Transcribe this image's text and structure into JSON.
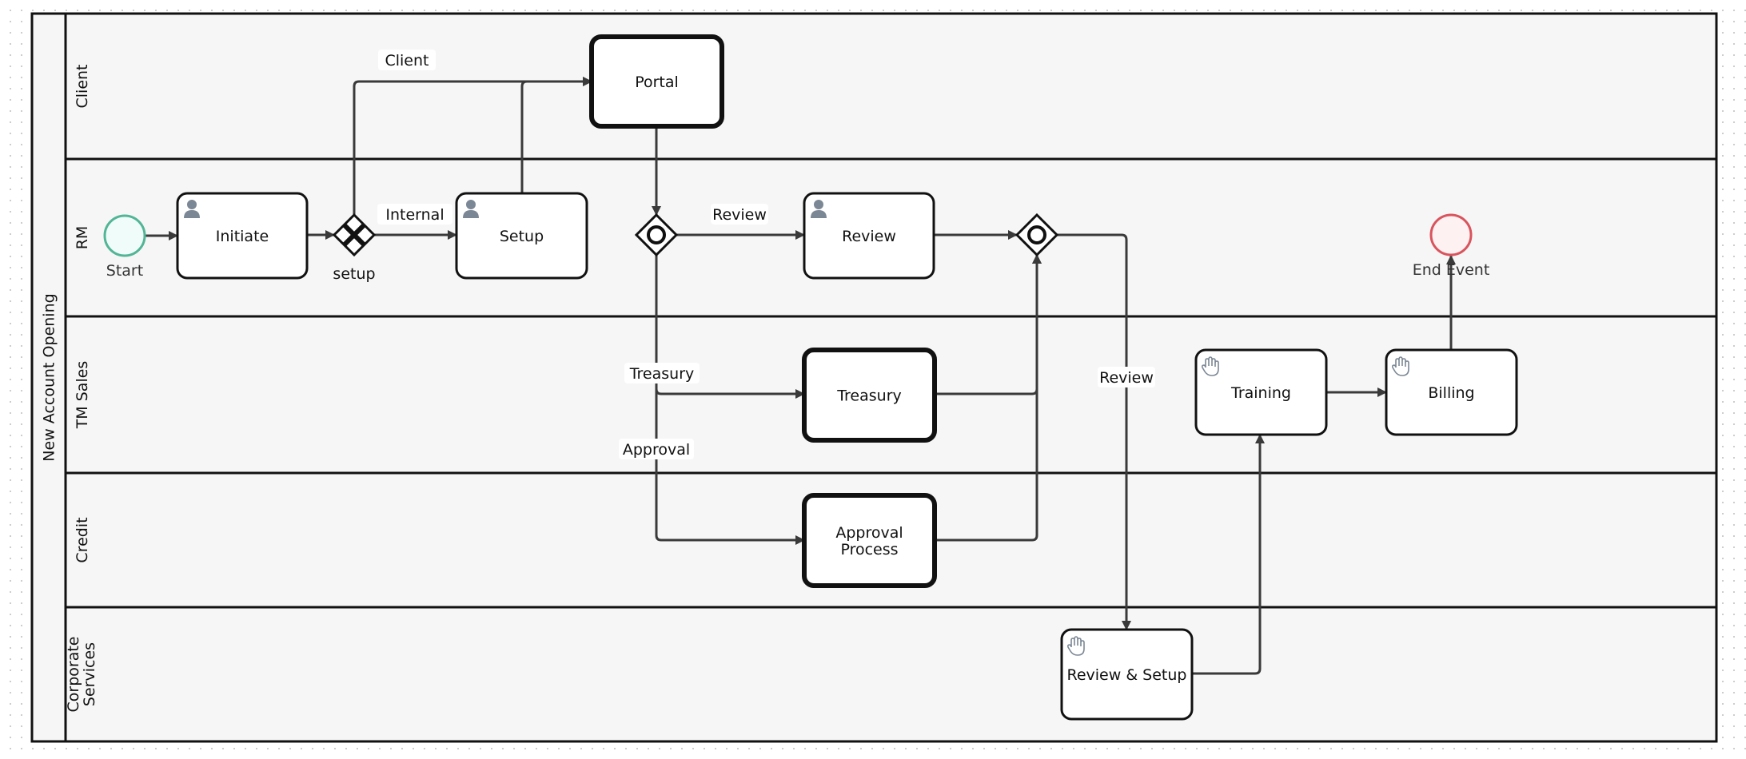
{
  "pool": {
    "title": "New Account Opening"
  },
  "lanes": [
    {
      "id": "client",
      "label": "Client"
    },
    {
      "id": "rm",
      "label": "RM"
    },
    {
      "id": "tm-sales",
      "label": "TM Sales"
    },
    {
      "id": "credit",
      "label": "Credit"
    },
    {
      "id": "corporate-services",
      "label": "Corporate Services",
      "lines": [
        "Corporate",
        "Services"
      ]
    }
  ],
  "events": [
    {
      "id": "start",
      "type": "start",
      "label": "Start",
      "stroke": "#52b596",
      "fill": "#f0fcf9"
    },
    {
      "id": "end",
      "type": "end",
      "label": "End Event",
      "stroke": "#d9545c",
      "fill": "#fdf1f2"
    }
  ],
  "gateways": [
    {
      "id": "gw-setup",
      "type": "exclusive",
      "label": "setup"
    },
    {
      "id": "gw-review-split",
      "type": "inclusive",
      "label": ""
    },
    {
      "id": "gw-review-join",
      "type": "inclusive",
      "label": ""
    }
  ],
  "tasks": [
    {
      "id": "initiate",
      "label": "Initiate",
      "lines": [
        "Initiate"
      ],
      "kind": "user"
    },
    {
      "id": "setup",
      "label": "Setup",
      "lines": [
        "Setup"
      ],
      "kind": "user"
    },
    {
      "id": "portal",
      "label": "Portal",
      "lines": [
        "Portal"
      ],
      "kind": "call"
    },
    {
      "id": "review",
      "label": "Review",
      "lines": [
        "Review"
      ],
      "kind": "user"
    },
    {
      "id": "treasury",
      "label": "Treasury",
      "lines": [
        "Treasury"
      ],
      "kind": "call"
    },
    {
      "id": "approval-process",
      "label": "Approval Process",
      "lines": [
        "Approval",
        "Process"
      ],
      "kind": "call"
    },
    {
      "id": "review-setup",
      "label": "Review & Setup",
      "lines": [
        "Review & Setup"
      ],
      "kind": "manual"
    },
    {
      "id": "training",
      "label": "Training",
      "lines": [
        "Training"
      ],
      "kind": "manual"
    },
    {
      "id": "billing",
      "label": "Billing",
      "lines": [
        "Billing"
      ],
      "kind": "manual"
    }
  ],
  "flows": [
    {
      "id": "start-initiate",
      "from": "start",
      "to": "initiate",
      "label": ""
    },
    {
      "id": "initiate-gw",
      "from": "initiate",
      "to": "gw-setup",
      "label": ""
    },
    {
      "id": "gw-client",
      "from": "gw-setup",
      "to": "portal",
      "label": "Client"
    },
    {
      "id": "gw-internal",
      "from": "gw-setup",
      "to": "setup",
      "label": "Internal"
    },
    {
      "id": "setup-portal",
      "from": "setup",
      "to": "portal",
      "label": ""
    },
    {
      "id": "portal-split",
      "from": "portal",
      "to": "gw-review-split",
      "label": ""
    },
    {
      "id": "split-review",
      "from": "gw-review-split",
      "to": "review",
      "label": "Review"
    },
    {
      "id": "split-treasury",
      "from": "gw-review-split",
      "to": "treasury",
      "label": "Treasury"
    },
    {
      "id": "split-approval",
      "from": "gw-review-split",
      "to": "approval-process",
      "label": "Approval"
    },
    {
      "id": "review-join",
      "from": "review",
      "to": "gw-review-join",
      "label": ""
    },
    {
      "id": "treasury-join",
      "from": "treasury",
      "to": "gw-review-join",
      "label": ""
    },
    {
      "id": "approval-join",
      "from": "approval-process",
      "to": "gw-review-join",
      "label": ""
    },
    {
      "id": "join-reviewsetup",
      "from": "gw-review-join",
      "to": "review-setup",
      "label": "Review"
    },
    {
      "id": "reviewsetup-training",
      "from": "review-setup",
      "to": "training",
      "label": ""
    },
    {
      "id": "training-billing",
      "from": "training",
      "to": "billing",
      "label": ""
    },
    {
      "id": "billing-end",
      "from": "billing",
      "to": "end",
      "label": ""
    }
  ],
  "colors": {
    "line": "#3a3a3a",
    "border": "#111111",
    "lane_fill": "#f6f6f6",
    "icon": "#7b8794"
  }
}
